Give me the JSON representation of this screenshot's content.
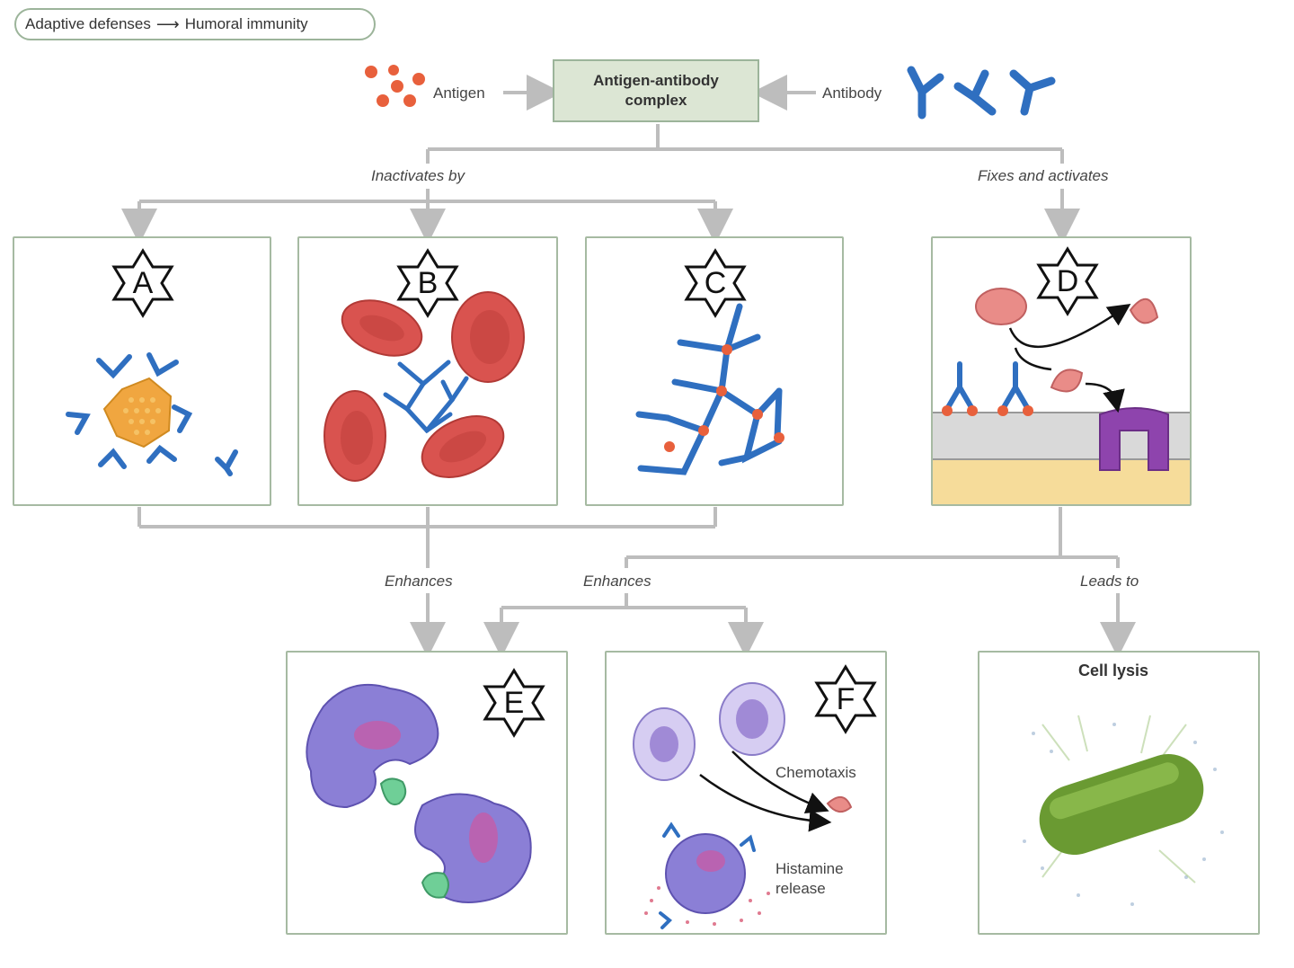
{
  "breadcrumb": {
    "from": "Adaptive defenses",
    "to": "Humoral immunity"
  },
  "top": {
    "antigen_label": "Antigen",
    "antibody_label": "Antibody",
    "complex_label": "Antigen-antibody\ncomplex"
  },
  "edges": {
    "inactivates_by": "Inactivates by",
    "fixes_and_activates": "Fixes and activates",
    "enhances_1": "Enhances",
    "enhances_2": "Enhances",
    "leads_to": "Leads to"
  },
  "panels": {
    "A": {
      "letter": "A"
    },
    "B": {
      "letter": "B"
    },
    "C": {
      "letter": "C"
    },
    "D": {
      "letter": "D"
    },
    "E": {
      "letter": "E"
    },
    "F": {
      "letter": "F",
      "chemotaxis": "Chemotaxis",
      "histamine": "Histamine\nrelease"
    },
    "lysis": {
      "title": "Cell lysis"
    }
  },
  "colors": {
    "antigen": "#e8603c",
    "antibody": "#2f6fc0",
    "rbc": "#d9534f",
    "connector": "#bdbdbd",
    "panel_border": "#a6baa2",
    "complex_fill": "#dce6d4",
    "cell_purple": "#8b7fd6",
    "channel_purple": "#8e44ad",
    "lysis_green": "#6a9a32"
  }
}
